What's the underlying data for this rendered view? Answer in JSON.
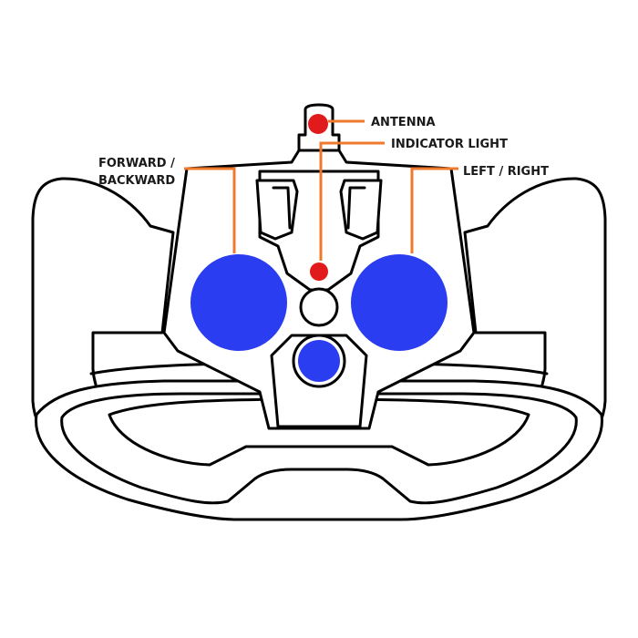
{
  "labels": {
    "antenna": "ANTENNA",
    "indicator_light": "INDICATOR LIGHT",
    "forward_backward_line1": "FORWARD /",
    "forward_backward_line2": "BACKWARD",
    "left_right": "LEFT / RIGHT"
  },
  "colors": {
    "joystick": "#2a3df0",
    "red_dot": "#e11b1b",
    "leader": "#f07a2c",
    "outline": "#000000",
    "background": "#ffffff"
  },
  "icons": {
    "controller": "remote-controller-icon"
  }
}
